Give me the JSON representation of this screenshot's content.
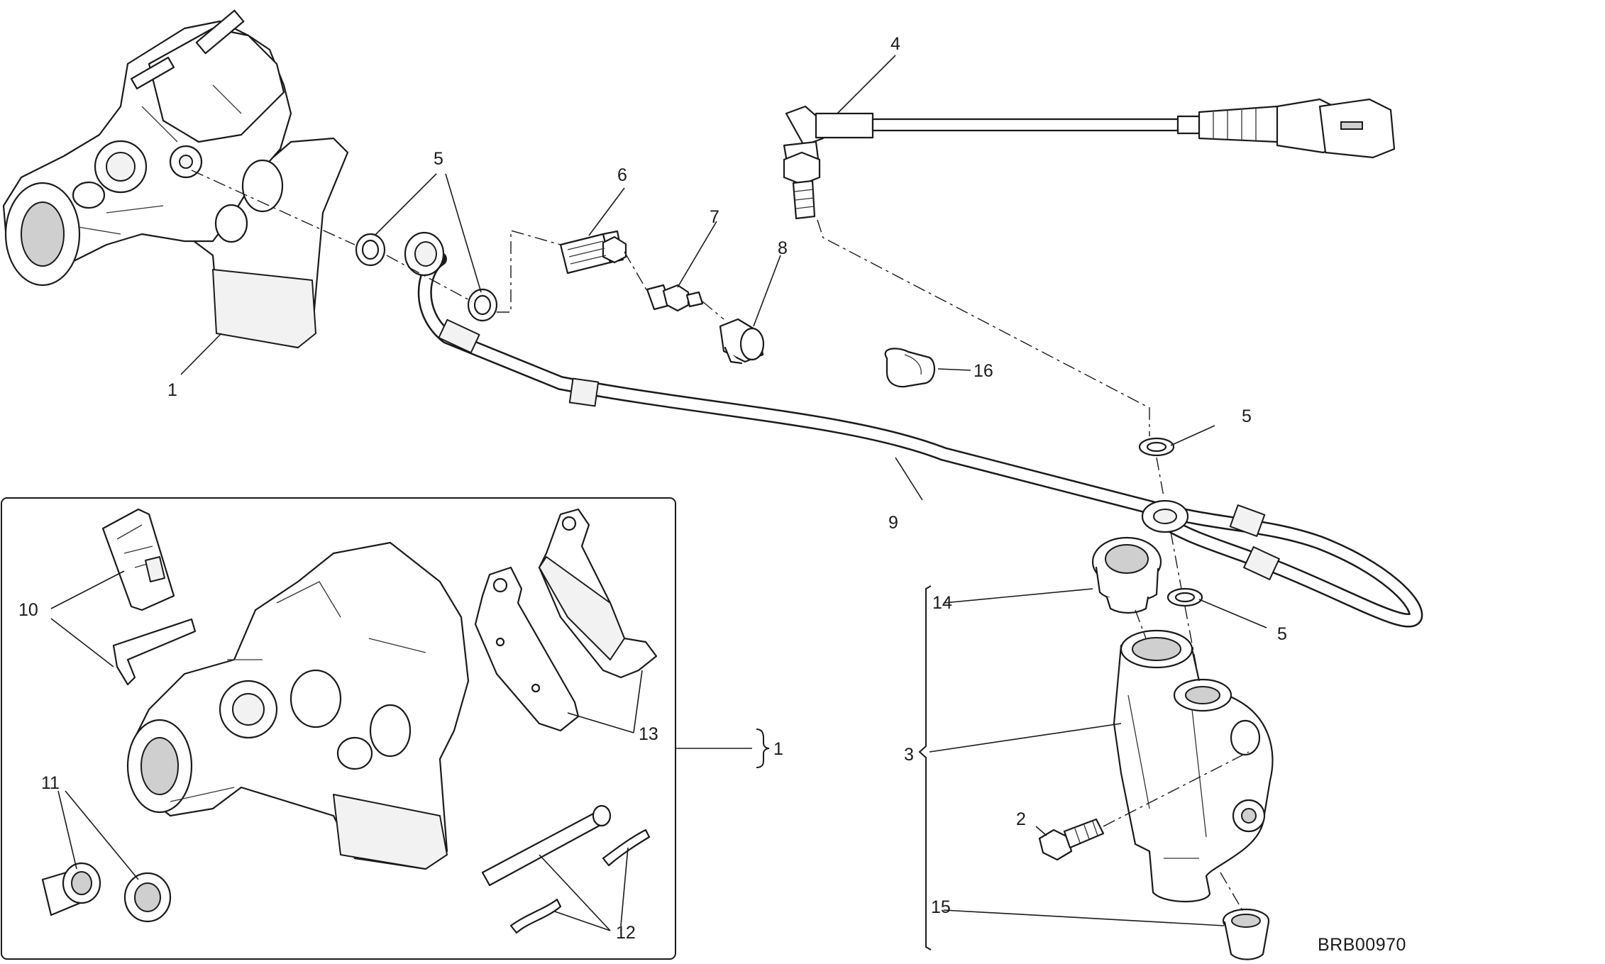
{
  "diagram": {
    "reference_code": "BRB00970",
    "callouts": {
      "c1_caliper": "1",
      "c1_kit": "1",
      "c2": "2",
      "c3": "3",
      "c4": "4",
      "c5_left": "5",
      "c5_hose": "5",
      "c5_pump": "5",
      "c6": "6",
      "c7": "7",
      "c8": "8",
      "c9": "9",
      "c10": "10",
      "c11": "11",
      "c12": "12",
      "c13": "13",
      "c14": "14",
      "c15": "15",
      "c16": "16"
    },
    "colors": {
      "line": "#1a1a1a",
      "fill": "#ffffff",
      "shade": "#cfcfcf"
    }
  }
}
